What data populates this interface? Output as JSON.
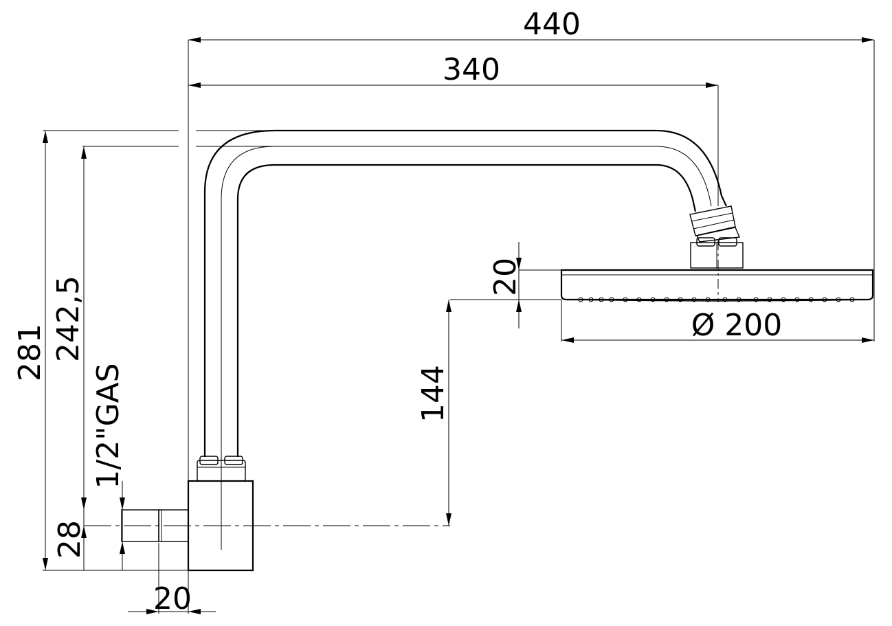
{
  "dimensions": {
    "overall_width": "440",
    "arm_reach": "340",
    "head_thickness": "20",
    "head_diameter": "Ø 200",
    "head_drop": "144",
    "overall_height": "281",
    "arm_height": "242,5",
    "thread": "1/2\"GAS",
    "wall_offset": "28",
    "flange_depth": "20"
  },
  "colors": {
    "line": "#000000",
    "background": "#ffffff"
  }
}
